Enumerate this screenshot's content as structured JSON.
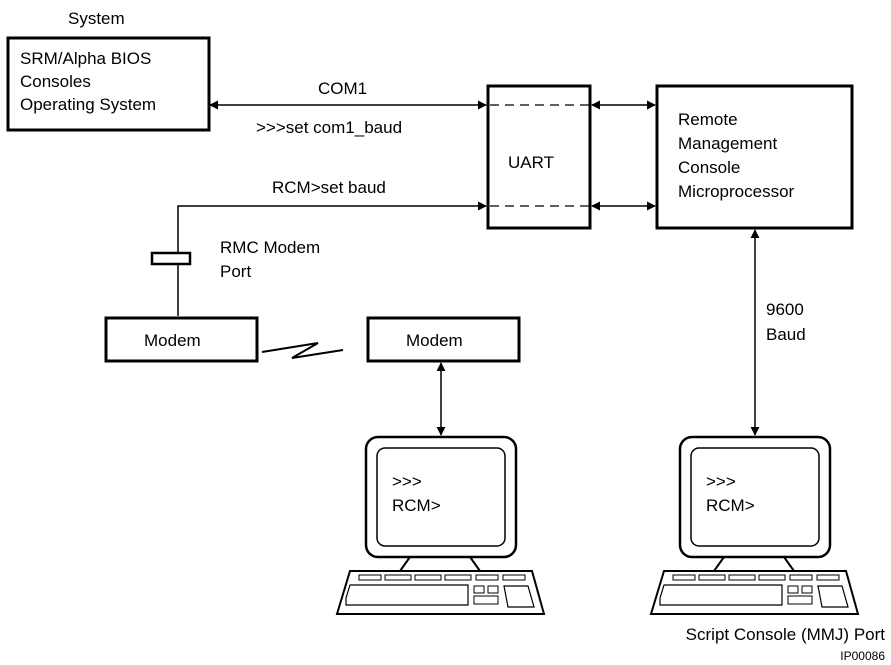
{
  "system_label": "System",
  "system_box": {
    "lines": [
      "SRM/Alpha BIOS",
      "Consoles",
      "Operating System"
    ]
  },
  "links": {
    "com1": "COM1",
    "com1_cmd": ">>>set com1_baud",
    "rcm_cmd": "RCM>set baud",
    "rmc_modem_port": [
      "RMC Modem",
      "Port"
    ],
    "baud": [
      "9600",
      "Baud"
    ]
  },
  "uart": {
    "label": "UART"
  },
  "rmc_box": {
    "lines": [
      "Remote",
      "Management",
      "Console",
      "Microprocessor"
    ]
  },
  "modems": {
    "left": "Modem",
    "right": "Modem"
  },
  "terminals": {
    "left": {
      "prompt": ">>>",
      "rcm": "RCM>"
    },
    "right": {
      "prompt": ">>>",
      "rcm": "RCM>"
    }
  },
  "script_console_label": "Script Console (MMJ) Port",
  "figure_id": "IP00086"
}
